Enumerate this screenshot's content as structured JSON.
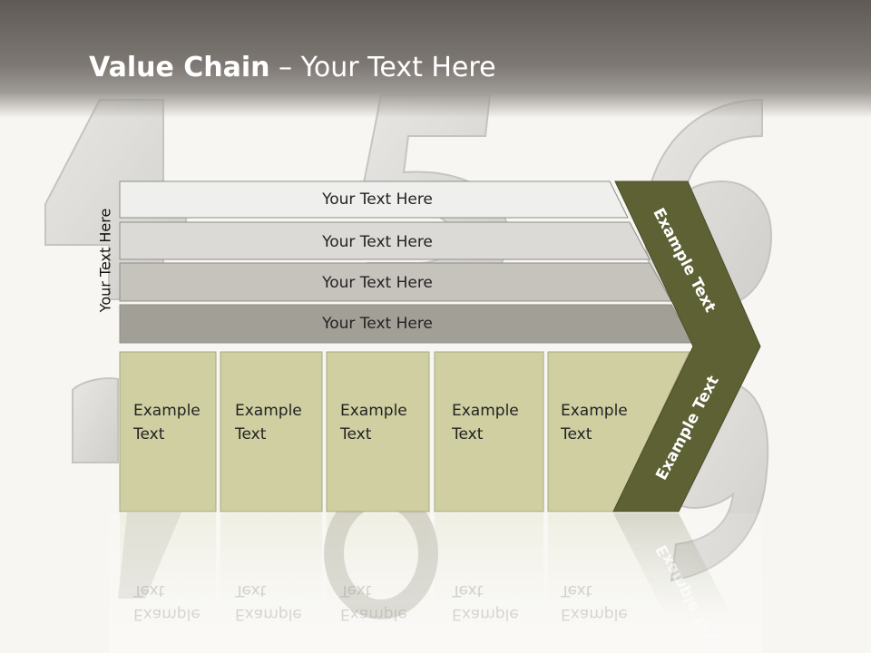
{
  "title": {
    "bold": "Value Chain",
    "rest": " – Your Text Here"
  },
  "side_label": "Your Text Here",
  "rows": [
    {
      "label": "Your Text Here",
      "fill": "#efefed"
    },
    {
      "label": "Your Text Here",
      "fill": "#dcdad6"
    },
    {
      "label": "Your Text Here",
      "fill": "#c6c3bd"
    },
    {
      "label": "Your Text Here",
      "fill": "#a29f97"
    }
  ],
  "columns": [
    {
      "line1": "Example",
      "line2": "Text"
    },
    {
      "line1": "Example",
      "line2": "Text"
    },
    {
      "line1": "Example",
      "line2": "Text"
    },
    {
      "line1": "Example",
      "line2": "Text"
    },
    {
      "line1": "Example",
      "line2": "Text"
    }
  ],
  "chevron_labels": {
    "upper": "Example Text",
    "lower": "Example Text"
  },
  "colors": {
    "header": "#6e6964",
    "column_fill": "#cfcfa2",
    "chevron_fill": "#5d6134",
    "background": "#f7f6f2"
  }
}
